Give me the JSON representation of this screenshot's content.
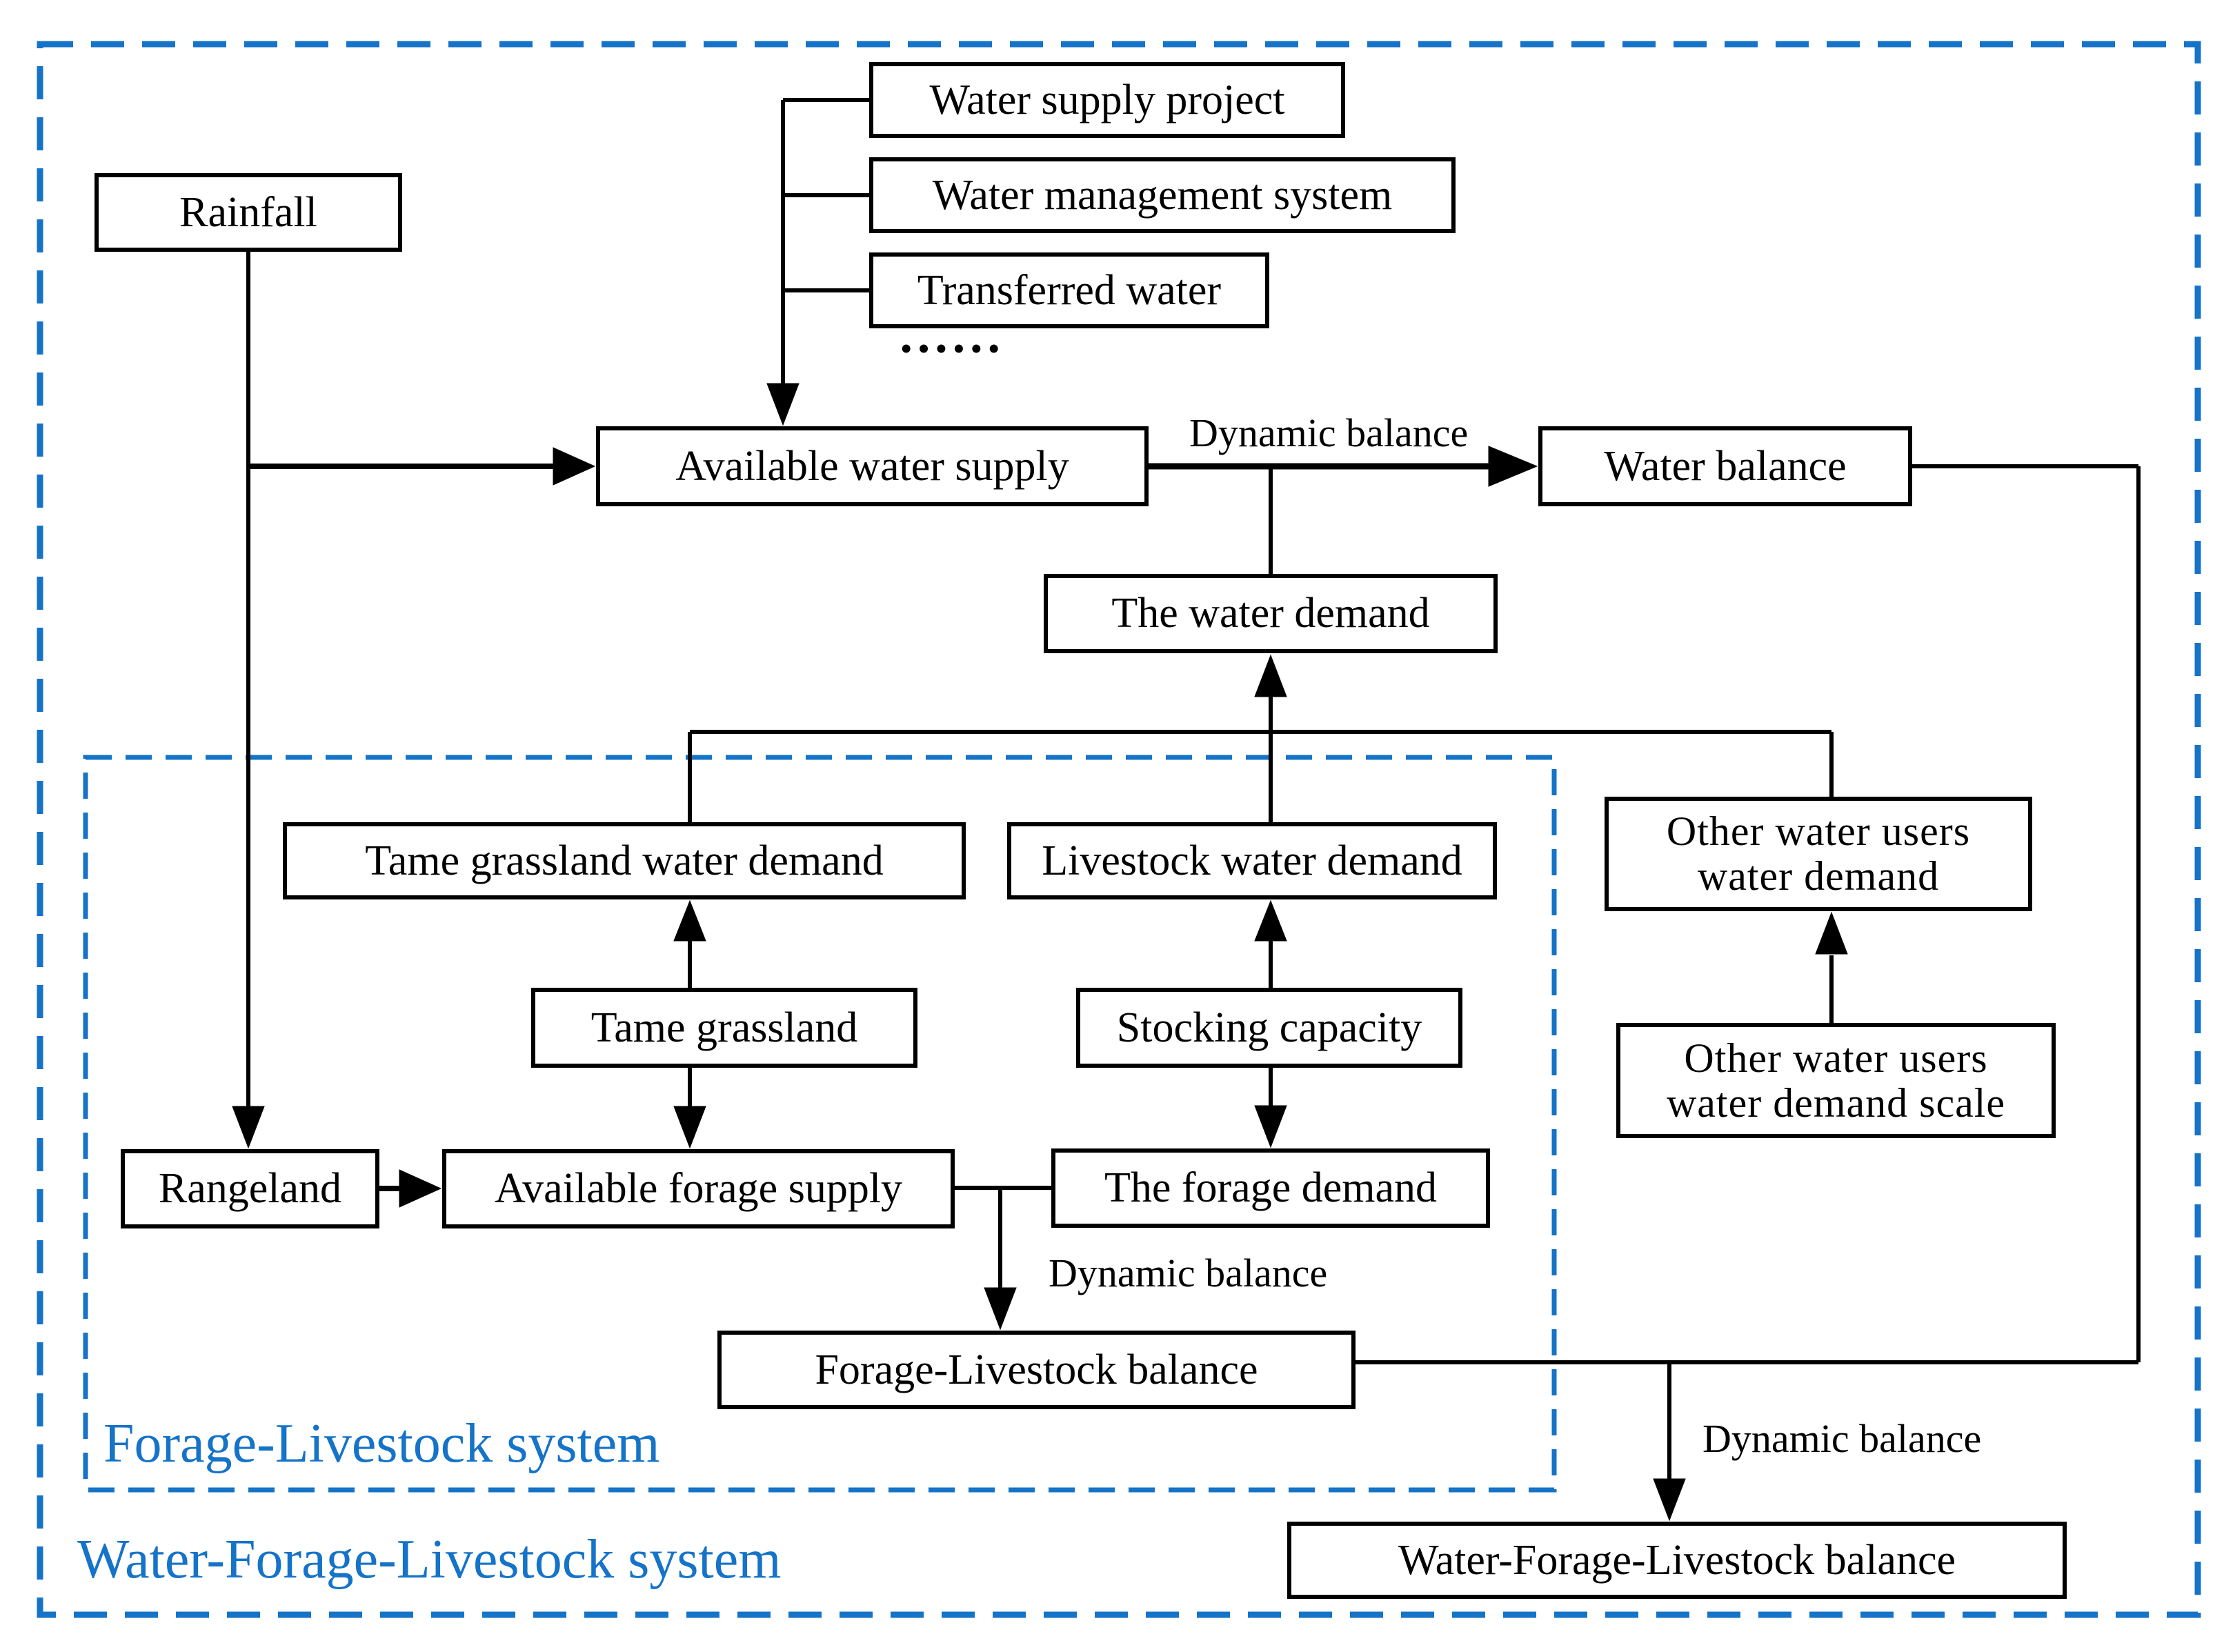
{
  "colors": {
    "accent_blue": "#1573c8",
    "line_black": "#000000",
    "background": "#ffffff"
  },
  "systems": {
    "outer_label": "Water-Forage-Livestock system",
    "inner_label": "Forage-Livestock system"
  },
  "nodes": {
    "rainfall": "Rainfall",
    "water_supply_project": "Water supply project",
    "water_management_system": "Water management system",
    "transferred_water": "Transferred water",
    "ellipsis": "••••••",
    "available_water_supply": "Available water supply",
    "water_balance": "Water balance",
    "the_water_demand": "The water demand",
    "tame_grassland_water_demand": "Tame grassland water demand",
    "livestock_water_demand": "Livestock water demand",
    "other_water_users_water_demand_line1": "Other water users",
    "other_water_users_water_demand_line2": "water demand",
    "tame_grassland": "Tame grassland",
    "stocking_capacity": "Stocking capacity",
    "other_water_users_water_demand_scale_line1": "Other water users",
    "other_water_users_water_demand_scale_line2": "water demand scale",
    "rangeland": "Rangeland",
    "available_forage_supply": "Available forage supply",
    "the_forage_demand": "The forage demand",
    "forage_livestock_balance": "Forage-Livestock balance",
    "water_forage_livestock_balance": "Water-Forage-Livestock balance"
  },
  "edge_labels": {
    "dynamic_balance_water": "Dynamic balance",
    "dynamic_balance_forage": "Dynamic balance",
    "dynamic_balance_overall": "Dynamic balance"
  }
}
